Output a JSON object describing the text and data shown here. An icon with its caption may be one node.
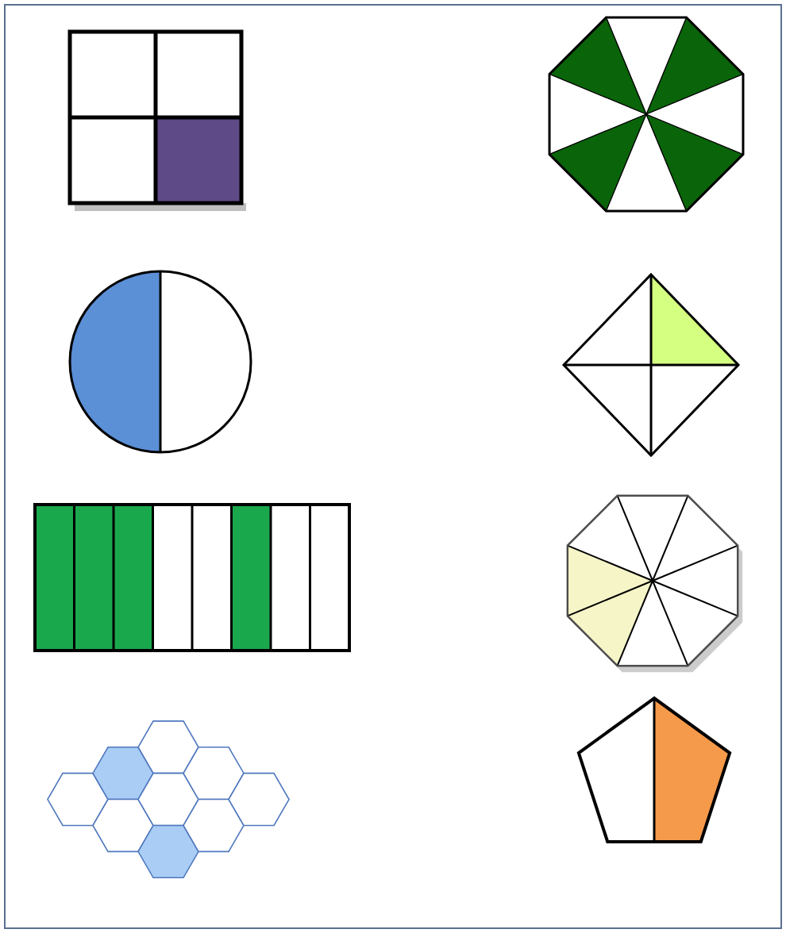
{
  "diagram": {
    "nodes": [
      {
        "text": [],
        "shape": "box"
      },
      {
        "text": [],
        "shape": "octagon"
      },
      {
        "text": [],
        "shape": "circle"
      },
      {
        "text": [],
        "shape": "diamond"
      },
      {
        "text": [],
        "shape": "bar"
      },
      {
        "text": [],
        "shape": "octagon"
      },
      {
        "text": [],
        "shape": "hexagon"
      },
      {
        "text": [],
        "shape": "pentagon"
      }
    ]
  }
}
